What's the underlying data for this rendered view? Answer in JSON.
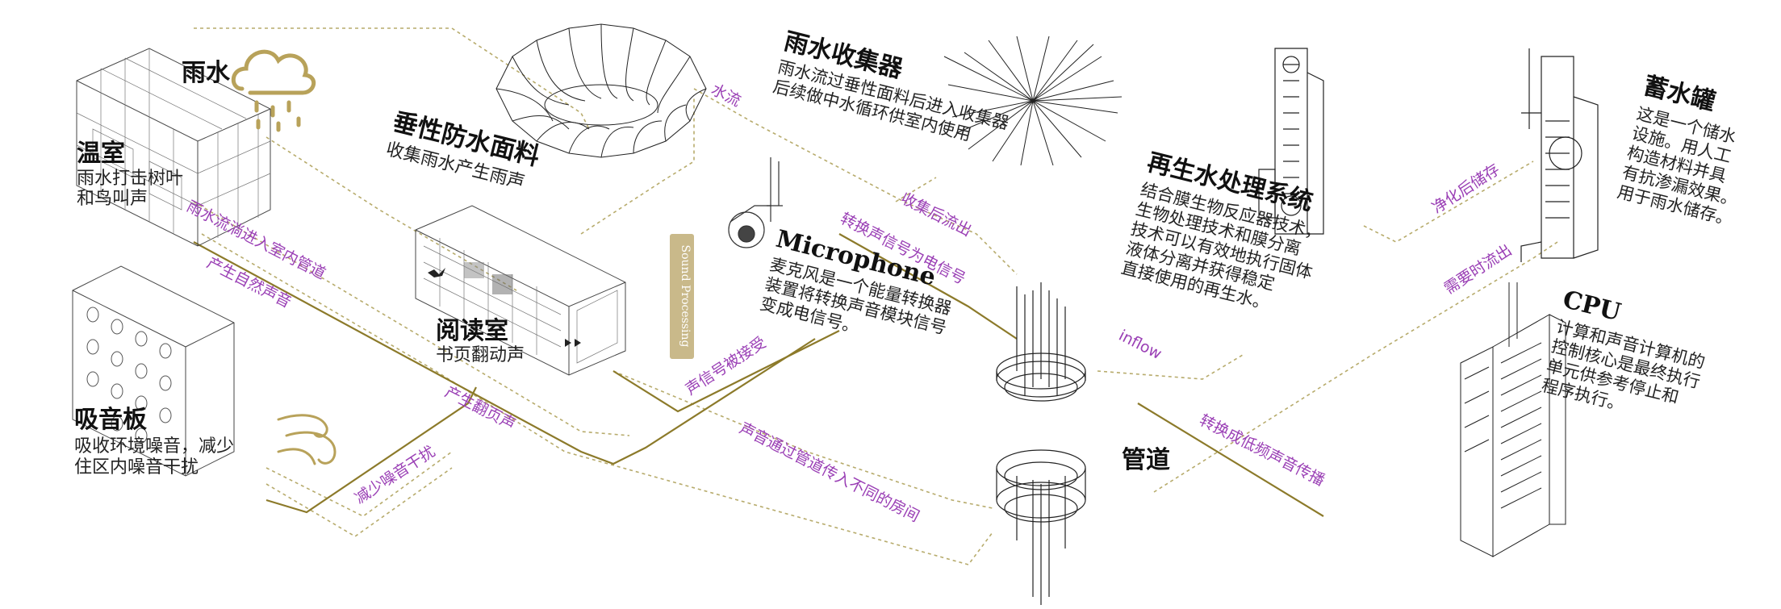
{
  "nodes": {
    "rain": {
      "title": "雨水"
    },
    "greenhouse": {
      "title": "温室",
      "lines": [
        "雨水打击树叶",
        "和鸟叫声"
      ]
    },
    "drape": {
      "title": "垂性防水面料",
      "lines": [
        "收集雨水产生雨声"
      ]
    },
    "reading": {
      "title": "阅读室",
      "lines": [
        "书页翻动声"
      ]
    },
    "absorber": {
      "title": "吸音板",
      "lines": [
        "吸收环境噪音，减少",
        "住区内噪音干扰"
      ]
    },
    "collector": {
      "title": "雨水收集器",
      "lines": [
        "雨水流过垂性面料后进入收集器",
        "后续做中水循环供室内使用"
      ]
    },
    "microphone": {
      "title": "Microphone",
      "lines": [
        "麦克风是一个能量转换器",
        "装置将转换声音模块信号",
        "变成电信号。"
      ]
    },
    "regen": {
      "title": "再生水处理系统",
      "lines": [
        "结合膜生物反应器技术，",
        "生物处理技术和膜分离",
        "技术可以有效地执行固体",
        "液体分离并获得稳定",
        "直接使用的再生水。"
      ]
    },
    "pipe": {
      "title": "管道"
    },
    "tank": {
      "title": "蓄水罐",
      "lines": [
        "这是一个储水",
        "设施。用人工",
        "构造材料并具",
        "有抗渗漏效果。",
        "用于雨水储存。"
      ]
    },
    "cpu": {
      "title": "CPU",
      "lines": [
        "计算和声音计算机的",
        "控制核心是最终执行",
        "单元供参考停止和",
        "程序执行。"
      ]
    }
  },
  "sound_tag": "Sound Processing",
  "flows": {
    "f1": "雨水流淌进入室内管道",
    "f2": "产生自然声音",
    "f3": "水流",
    "f4": "收集后流出",
    "f5": "转换声信号为电信号",
    "f6": "inflow",
    "f7": "产生翻页声",
    "f8": "减少噪音干扰",
    "f9": "声信号被接受",
    "f10": "声音通过管道传入不同的房间",
    "f11": "转换成低频声音传播",
    "f12": "净化后储存",
    "f13": "需要时流出"
  },
  "colors": {
    "accent": "#9a3fb5",
    "olive": "#8c7a2a",
    "dashed": "#b7ab6c",
    "tag_bg": "#c9b98a"
  },
  "icons": [
    "rain-cloud-icon",
    "wind-icon",
    "security-camera-icon",
    "bird-icon",
    "play-icon"
  ]
}
